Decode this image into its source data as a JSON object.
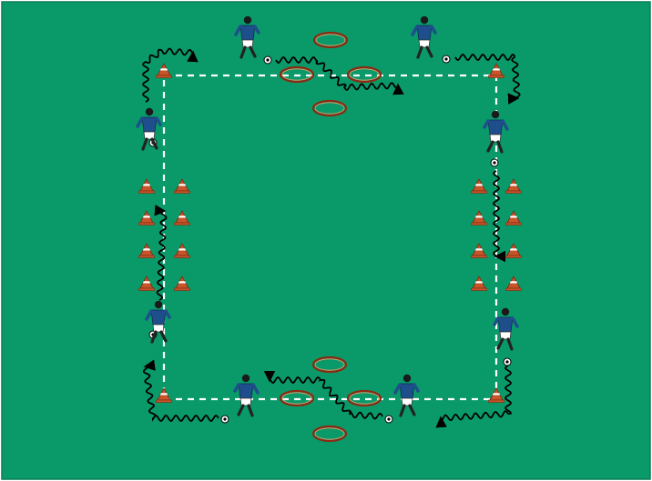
{
  "diagram": {
    "type": "soccer-drill",
    "pitch_color": "#0a9a6a",
    "line_color": "#ffffff",
    "cone_color": "#c8552a",
    "hoop_color": "#8a2a12",
    "jersey_color": "#1f4e8c",
    "shorts_color": "#ffffff",
    "path_color": "#000000",
    "player_count": 8,
    "cone_count": 20,
    "hoop_count": 8
  }
}
